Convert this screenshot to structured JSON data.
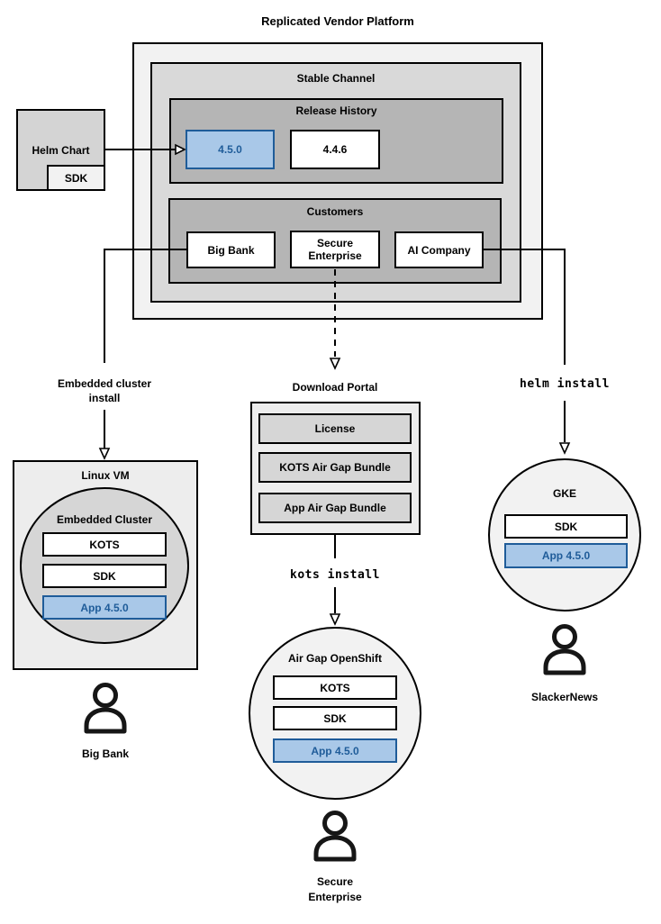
{
  "title": "Replicated Vendor Platform",
  "colors": {
    "platform_fill": "#f2f2f2",
    "channel_fill": "#d9d9d9",
    "group_fill": "#b5b5b5",
    "panel_fill": "#ededed",
    "item_fill": "#d6d6d6",
    "helm_fill": "#d4d4d4",
    "circle_gray_fill": "#d6d6d6",
    "highlight_fill": "#a9c8e8",
    "highlight_border": "#1f5c99",
    "highlight_text": "#1f5c99",
    "line_color": "#000000"
  },
  "platform": {
    "stable_channel": {
      "label": "Stable Channel",
      "release_history": {
        "label": "Release History",
        "releases": [
          {
            "version": "4.5.0",
            "highlighted": true
          },
          {
            "version": "4.4.6",
            "highlighted": false
          }
        ]
      },
      "customers": {
        "label": "Customers",
        "items": [
          {
            "name": "Big Bank"
          },
          {
            "name": "Secure Enterprise"
          },
          {
            "name": "AI Company"
          }
        ]
      }
    }
  },
  "helm_chart": {
    "label": "Helm Chart",
    "sdk_label": "SDK"
  },
  "connectors": {
    "big_bank_install": "Embedded cluster install",
    "secure_enterprise_install": "kots install",
    "ai_company_install": "helm install"
  },
  "download_portal": {
    "title": "Download Portal",
    "items": [
      {
        "label": "License"
      },
      {
        "label": "KOTS Air Gap Bundle"
      },
      {
        "label": "App Air Gap Bundle"
      }
    ]
  },
  "linux_vm": {
    "title": "Linux VM",
    "embedded_cluster": {
      "title": "Embedded Cluster",
      "components": [
        {
          "label": "KOTS",
          "highlighted": false
        },
        {
          "label": "SDK",
          "highlighted": false
        },
        {
          "label": "App 4.5.0",
          "highlighted": true
        }
      ]
    }
  },
  "air_gap_openshift": {
    "title": "Air Gap OpenShift",
    "components": [
      {
        "label": "KOTS",
        "highlighted": false
      },
      {
        "label": "SDK",
        "highlighted": false
      },
      {
        "label": "App 4.5.0",
        "highlighted": true
      }
    ]
  },
  "gke": {
    "title": "GKE",
    "components": [
      {
        "label": "SDK",
        "highlighted": false
      },
      {
        "label": "App 4.5.0",
        "highlighted": true
      }
    ]
  },
  "users": [
    {
      "name": "Big Bank"
    },
    {
      "name": "Secure Enterprise"
    },
    {
      "name": "SlackerNews"
    }
  ]
}
